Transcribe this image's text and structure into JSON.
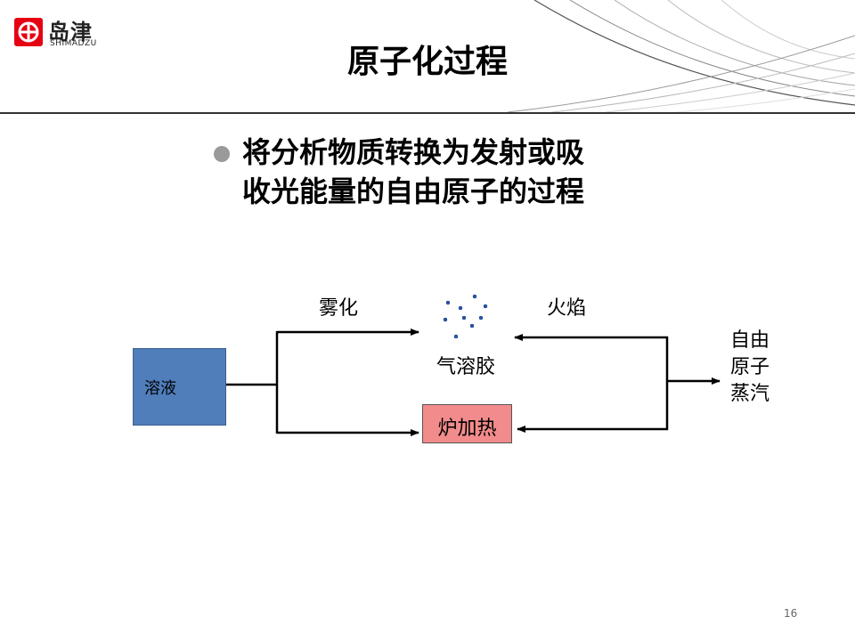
{
  "header": {
    "brand_name_cn": "岛津",
    "brand_name_en": "SHIMADZU",
    "title": "原子化过程"
  },
  "bullet": {
    "line1": "将分析物质转换为发射或吸",
    "line2": "收光能量的自由原子的过程"
  },
  "diagram": {
    "solution": "溶液",
    "nebulization": "雾化",
    "aerosol": "气溶胶",
    "flame": "火焰",
    "furnace": "炉加热",
    "vapor_line1": "自由",
    "vapor_line2": "原子",
    "vapor_line3": "蒸汽"
  },
  "footer": {
    "page_number": "16"
  },
  "colors": {
    "brand_red": "#e60012",
    "solution_fill": "#4f7ebb",
    "furnace_fill": "#f28b8b",
    "bullet_gray": "#9a9a9a",
    "particle_blue": "#2a57a8"
  }
}
